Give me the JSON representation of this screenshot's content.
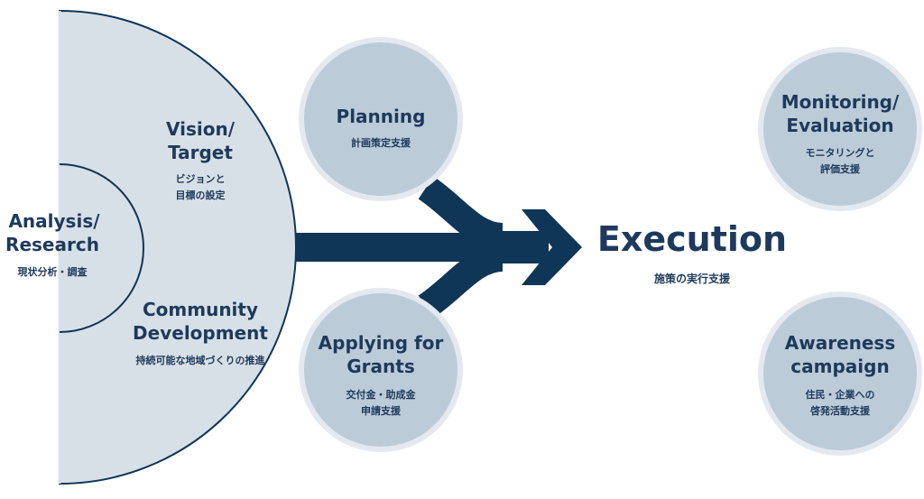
{
  "colors": {
    "navy": "#0f3557",
    "text": "#1d3a5c",
    "fill": "#d8e0e7",
    "circle_fill": "#bccbd8",
    "circle_ring": "#e3e9ef",
    "background": "#ffffff"
  },
  "nodes": {
    "analysis": {
      "title_lines": [
        "Analysis/",
        "Research"
      ],
      "sub_lines": [
        "現状分析・調査"
      ]
    },
    "vision": {
      "title_lines": [
        "Vision/",
        "Target"
      ],
      "sub_lines": [
        "ビジョンと",
        "目標の設定"
      ]
    },
    "community": {
      "title_lines": [
        "Community",
        "Development"
      ],
      "sub_lines": [
        "持続可能な地域づくりの推進"
      ]
    },
    "planning": {
      "title_lines": [
        "Planning"
      ],
      "sub_lines": [
        "計画策定支援"
      ]
    },
    "grants": {
      "title_lines": [
        "Applying for",
        "Grants"
      ],
      "sub_lines": [
        "交付金・助成金",
        "申請支援"
      ]
    },
    "execution": {
      "title_lines": [
        "Execution"
      ],
      "sub_lines": [
        "施策の実行支援"
      ]
    },
    "monitoring": {
      "title_lines": [
        "Monitoring/",
        "Evaluation"
      ],
      "sub_lines": [
        "モニタリングと",
        "評価支援"
      ]
    },
    "awareness": {
      "title_lines": [
        "Awareness",
        "campaign"
      ],
      "sub_lines": [
        "住民・企業への",
        "啓発活動支援"
      ]
    }
  }
}
